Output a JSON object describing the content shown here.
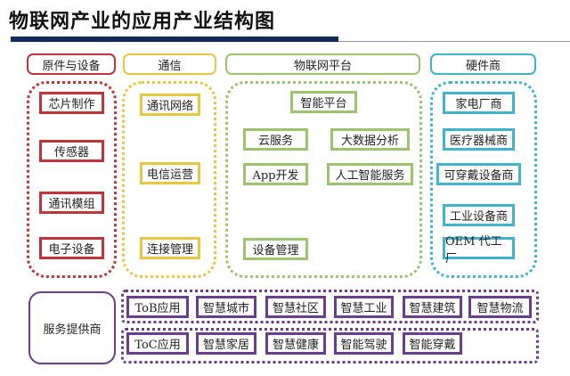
{
  "title": "物联网产业的应用产业结构图",
  "colors": {
    "components": "#c0343a",
    "comm": "#e8c640",
    "platform": "#9cc56b",
    "hardware": "#3fb4cf",
    "service": "#6a3d8f",
    "bar": "#0f2a5c"
  },
  "columns": {
    "components": {
      "header": "原件与设备",
      "items": [
        "芯片制作",
        "传感器",
        "通讯模组",
        "电子设备"
      ]
    },
    "comm": {
      "header": "通信",
      "items": [
        "通讯网络",
        "电信运营",
        "连接管理"
      ]
    },
    "platform": {
      "header": "物联网平台",
      "items": [
        "智能平台",
        "云服务",
        "大数据分析",
        "App开发",
        "人工智能服务",
        "设备管理"
      ]
    },
    "hardware": {
      "header": "硬件商",
      "items": [
        "家电厂商",
        "医疗器械商",
        "可穿戴设备商",
        "工业设备商",
        "OEM 代工厂"
      ]
    }
  },
  "service": {
    "label": "服务提供商",
    "tob": [
      "ToB应用",
      "智慧城市",
      "智慧社区",
      "智慧工业",
      "智慧建筑",
      "智慧物流"
    ],
    "toc": [
      "ToC应用",
      "智慧家居",
      "智慧健康",
      "智能驾驶",
      "智能穿戴"
    ]
  }
}
